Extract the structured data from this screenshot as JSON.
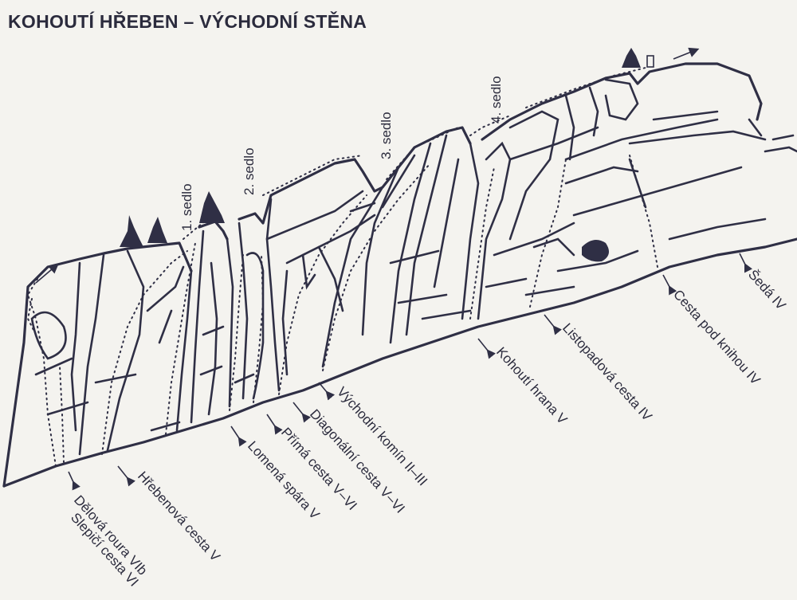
{
  "title": "KOHOUTÍ HŘEBEN – VÝCHODNÍ STĚNA",
  "saddles": [
    "1. sedlo",
    "2. sedlo",
    "3. sedlo",
    "4. sedlo"
  ],
  "routes": [
    "Slepičí cesta VI",
    "Dělová roura VIb",
    "Hřebenová cesta V",
    "Lomená spára V",
    "Přímá cesta V–VI",
    "Diagonální cesta V–VI",
    "Východní komín II–III",
    "Kohoutí hrana V",
    "Listopadová cesta IV",
    "Cesta pod knihou IV",
    "Šedá IV"
  ]
}
